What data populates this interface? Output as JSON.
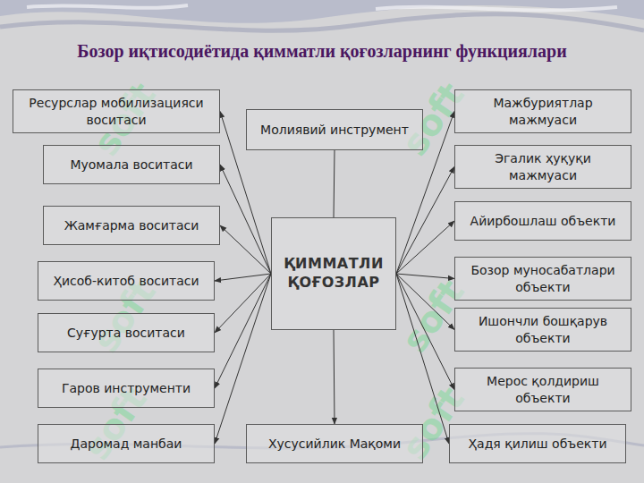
{
  "diagram": {
    "title": "Бозор иқтисодиётида қимматли қоғозларнинг функциялари",
    "nodes": [
      {
        "text": [
          "Ресурслар мобилизацияси воситаси"
        ]
      },
      {
        "text": [
          "Муомала воситаси"
        ]
      },
      {
        "text": [
          "Жамғарма воситаси"
        ]
      },
      {
        "text": [
          "Ҳисоб-китоб воситаси"
        ]
      },
      {
        "text": [
          "Суғурта воситаси"
        ]
      },
      {
        "text": [
          "Гаров инструменти"
        ]
      },
      {
        "text": [
          "Даромад манбаи"
        ]
      },
      {
        "text": [
          "Молиявий инструмент"
        ]
      },
      {
        "text": [
          "ҚИММАТЛИ ҚОҒОЗЛАР"
        ]
      },
      {
        "text": [
          "Хусусийлик Мақоми"
        ]
      },
      {
        "text": [
          "Мажбуриятлар мажмуаси"
        ]
      },
      {
        "text": [
          "Эгалик ҳуқуқи мажмуаси"
        ]
      },
      {
        "text": [
          "Айирбошлаш объекти"
        ]
      },
      {
        "text": [
          "Бозор муносабатлари объекти"
        ]
      },
      {
        "text": [
          "Ишончли бошқарув объекти"
        ]
      },
      {
        "text": [
          "Мерос қолдириш объекти"
        ]
      },
      {
        "text": [
          "Ҳадя қилиш объекти"
        ]
      }
    ],
    "edges": [
      {
        "from": 8,
        "to": 0,
        "arrow": "to"
      },
      {
        "from": 8,
        "to": 1,
        "arrow": "to"
      },
      {
        "from": 8,
        "to": 2,
        "arrow": "to"
      },
      {
        "from": 8,
        "to": 3,
        "arrow": "to"
      },
      {
        "from": 8,
        "to": 4,
        "arrow": "to"
      },
      {
        "from": 8,
        "to": 5,
        "arrow": "to"
      },
      {
        "from": 8,
        "to": 6,
        "arrow": "to"
      },
      {
        "from": 8,
        "to": 7,
        "arrow": "none"
      },
      {
        "from": 8,
        "to": 9,
        "arrow": "to"
      },
      {
        "from": 8,
        "to": 10,
        "arrow": "to"
      },
      {
        "from": 8,
        "to": 11,
        "arrow": "to"
      },
      {
        "from": 8,
        "to": 12,
        "arrow": "to"
      },
      {
        "from": 8,
        "to": 13,
        "arrow": "to"
      },
      {
        "from": 8,
        "to": 14,
        "arrow": "to"
      },
      {
        "from": 8,
        "to": 15,
        "arrow": "to"
      },
      {
        "from": 8,
        "to": 16,
        "arrow": "to"
      }
    ],
    "labels": [
      "soft",
      "soft",
      "soft",
      "soft",
      "soft",
      "soft"
    ]
  }
}
